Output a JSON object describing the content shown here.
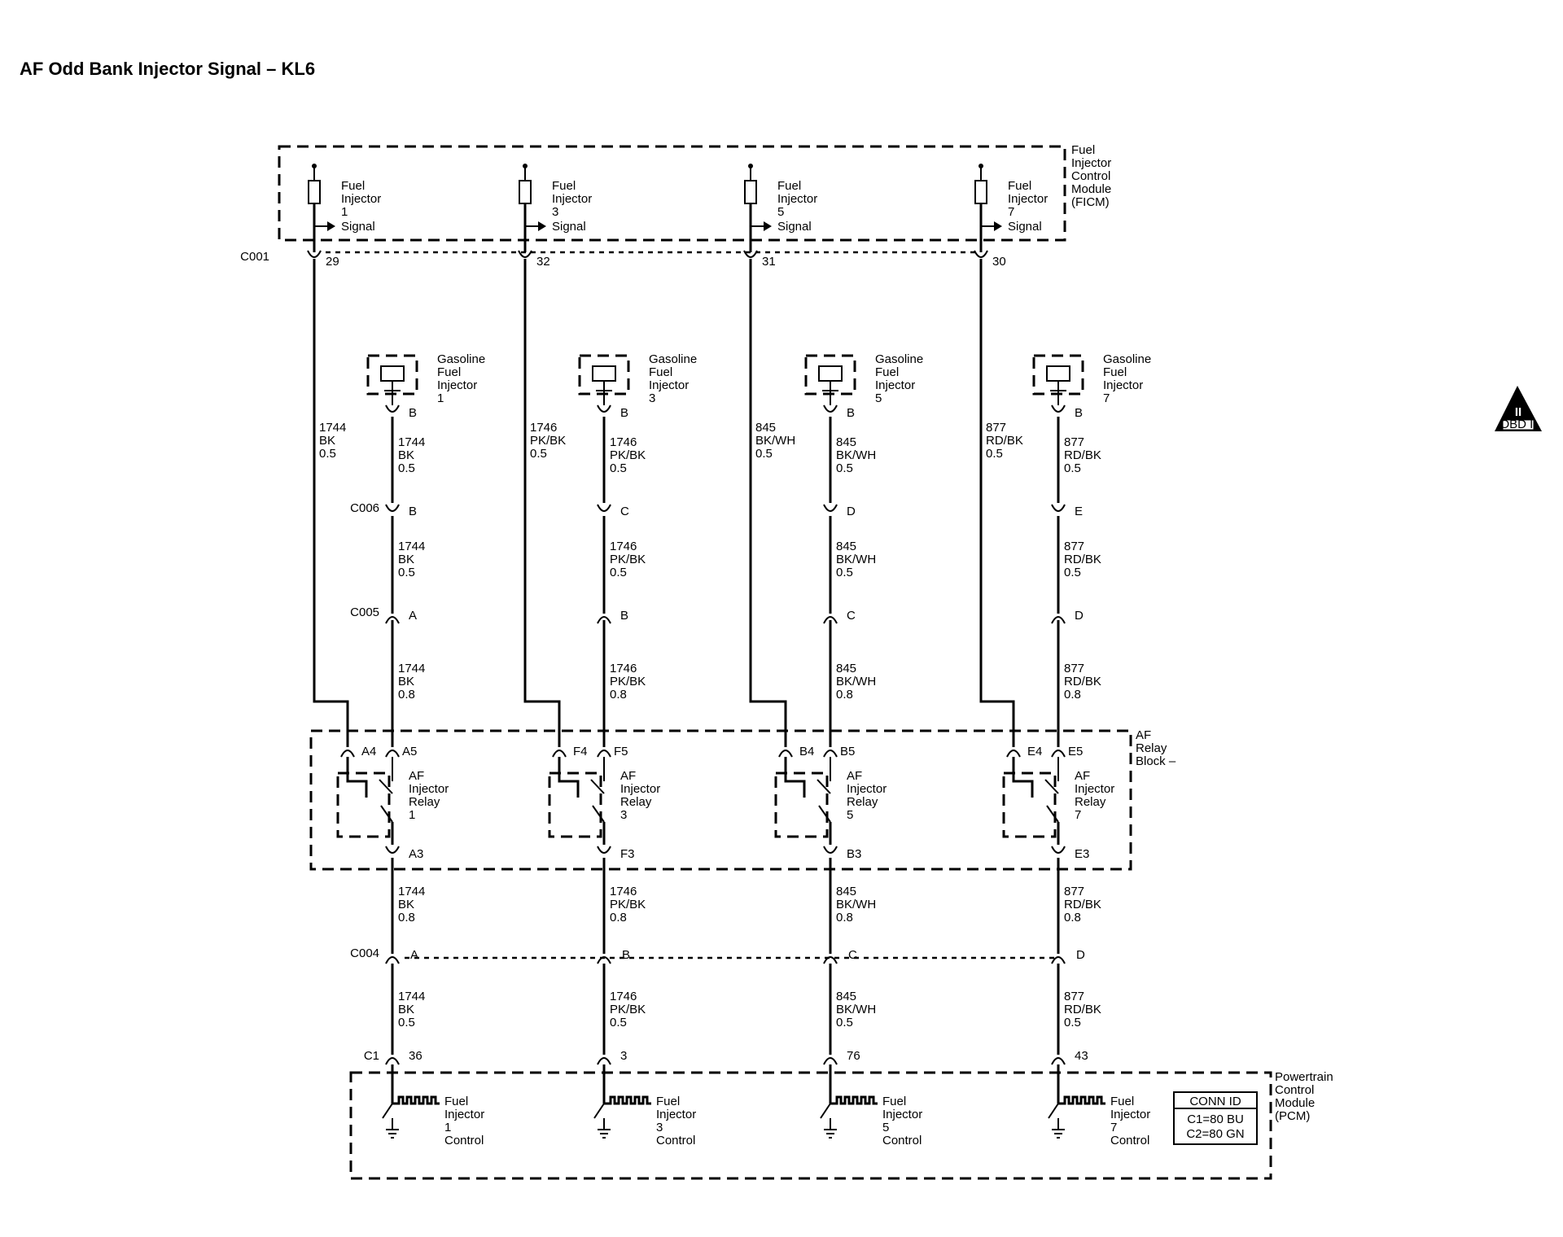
{
  "title": "AF Odd Bank Injector Signal – KL6",
  "modules": {
    "ficm": "Fuel Injector Control Module (FICM)",
    "relay_block": "AF Relay Block –",
    "pcm": "Powertrain Control Module (PCM)"
  },
  "connectors": {
    "ficm": "C001",
    "c006": "C006",
    "c005": "C005",
    "c004": "C004",
    "pcm": "C1"
  },
  "conn_id": {
    "header": "CONN ID",
    "c1": "C1=80 BU",
    "c2": "C2=80 GN"
  },
  "obd_badge": {
    "symbol": "II",
    "label": "OBD II"
  },
  "channels": [
    {
      "ficm_label": "Fuel Injector 1 Signal",
      "ficm_pin": "29",
      "signal_wire": [
        "1744",
        "BK",
        "0.5"
      ],
      "injector_label": "Gasoline Fuel Injector 1",
      "injector_pin": "B",
      "wire_a": [
        "1744",
        "BK",
        "0.5"
      ],
      "c006_pin": "B",
      "wire_b": [
        "1744",
        "BK",
        "0.5"
      ],
      "c005_pin": "A",
      "wire_c": [
        "1744",
        "BK",
        "0.8"
      ],
      "relay_pin_coil": "A4",
      "relay_pin_in": "A5",
      "relay_label": "AF Injector Relay 1",
      "relay_pin_out": "A3",
      "wire_d": [
        "1744",
        "BK",
        "0.8"
      ],
      "c004_pin": "A",
      "wire_e": [
        "1744",
        "BK",
        "0.5"
      ],
      "pcm_pin": "36",
      "pcm_label": "Fuel Injector 1 Control"
    },
    {
      "ficm_label": "Fuel Injector 3 Signal",
      "ficm_pin": "32",
      "signal_wire": [
        "1746",
        "PK/BK",
        "0.5"
      ],
      "injector_label": "Gasoline Fuel Injector 3",
      "injector_pin": "B",
      "wire_a": [
        "1746",
        "PK/BK",
        "0.5"
      ],
      "c006_pin": "C",
      "wire_b": [
        "1746",
        "PK/BK",
        "0.5"
      ],
      "c005_pin": "B",
      "wire_c": [
        "1746",
        "PK/BK",
        "0.8"
      ],
      "relay_pin_coil": "F4",
      "relay_pin_in": "F5",
      "relay_label": "AF Injector Relay 3",
      "relay_pin_out": "F3",
      "wire_d": [
        "1746",
        "PK/BK",
        "0.8"
      ],
      "c004_pin": "B",
      "wire_e": [
        "1746",
        "PK/BK",
        "0.5"
      ],
      "pcm_pin": "3",
      "pcm_label": "Fuel Injector 3 Control"
    },
    {
      "ficm_label": "Fuel Injector 5 Signal",
      "ficm_pin": "31",
      "signal_wire": [
        "845",
        "BK/WH",
        "0.5"
      ],
      "injector_label": "Gasoline Fuel Injector 5",
      "injector_pin": "B",
      "wire_a": [
        "845",
        "BK/WH",
        "0.5"
      ],
      "c006_pin": "D",
      "wire_b": [
        "845",
        "BK/WH",
        "0.5"
      ],
      "c005_pin": "C",
      "wire_c": [
        "845",
        "BK/WH",
        "0.8"
      ],
      "relay_pin_coil": "B4",
      "relay_pin_in": "B5",
      "relay_label": "AF Injector Relay 5",
      "relay_pin_out": "B3",
      "wire_d": [
        "845",
        "BK/WH",
        "0.8"
      ],
      "c004_pin": "C",
      "wire_e": [
        "845",
        "BK/WH",
        "0.5"
      ],
      "pcm_pin": "76",
      "pcm_label": "Fuel Injector 5 Control"
    },
    {
      "ficm_label": "Fuel Injector 7 Signal",
      "ficm_pin": "30",
      "signal_wire": [
        "877",
        "RD/BK",
        "0.5"
      ],
      "injector_label": "Gasoline Fuel Injector 7",
      "injector_pin": "B",
      "wire_a": [
        "877",
        "RD/BK",
        "0.5"
      ],
      "c006_pin": "E",
      "wire_b": [
        "877",
        "RD/BK",
        "0.5"
      ],
      "c005_pin": "D",
      "wire_c": [
        "877",
        "RD/BK",
        "0.8"
      ],
      "relay_pin_coil": "E4",
      "relay_pin_in": "E5",
      "relay_label": "AF Injector Relay 7",
      "relay_pin_out": "E3",
      "wire_d": [
        "877",
        "RD/BK",
        "0.8"
      ],
      "c004_pin": "D",
      "wire_e": [
        "877",
        "RD/BK",
        "0.5"
      ],
      "pcm_pin": "43",
      "pcm_label": "Fuel Injector 7 Control"
    }
  ]
}
